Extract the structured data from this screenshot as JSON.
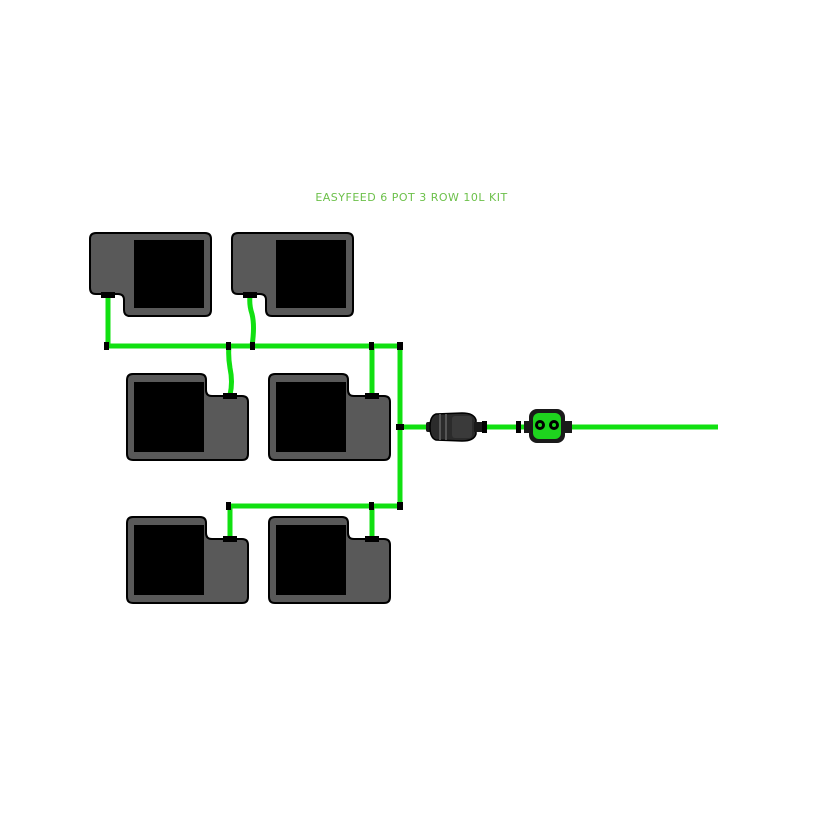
{
  "title": "EASYFEED 6 POT 3 ROW 10L KIT",
  "colors": {
    "tube": "#11e011",
    "title": "#6cc04a",
    "pot_body": "#595959",
    "pot_square": "#000000",
    "valve_body": "#1ed31e"
  },
  "components": {
    "pots": [
      "pot",
      "pot",
      "pot",
      "pot",
      "pot",
      "pot"
    ],
    "filter": "filter-icon",
    "valve": "valve-icon",
    "feed_line": "feed-line"
  }
}
